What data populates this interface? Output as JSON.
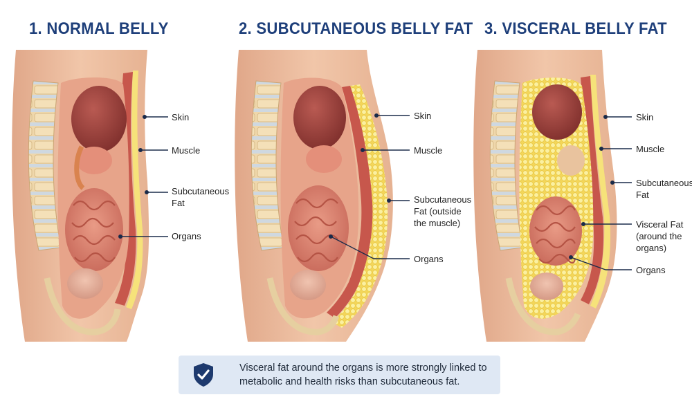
{
  "panels": [
    {
      "title": "1. NORMAL BELLY",
      "labels": {
        "skin": "Skin",
        "muscle": "Muscle",
        "subcut_1": "Subcutaneous",
        "subcut_2": "Fat",
        "organs": "Organs"
      }
    },
    {
      "title": "2. SUBCUTANEOUS BELLY FAT",
      "labels": {
        "skin": "Skin",
        "muscle": "Muscle",
        "subcut_1": "Subcutaneous",
        "subcut_2": "Fat (outside",
        "subcut_3": "the muscle)",
        "organs": "Organs"
      }
    },
    {
      "title": "3. VISCERAL BELLY FAT",
      "labels": {
        "skin": "Skin",
        "muscle": "Muscle",
        "subcut_1": "Subcutaneous",
        "subcut_2": "Fat",
        "visceral_1": "Visceral Fat",
        "visceral_2": "(around the",
        "visceral_3": "organs)",
        "organs": "Organs"
      }
    }
  ],
  "note": {
    "icon": "shield-check-icon",
    "line1": "Visceral fat around the organs is more strongly linked to",
    "line2": "metabolic and health risks than subcutaneous fat."
  },
  "colors": {
    "title": "#1e3f7a",
    "skin": "#e9b99a",
    "muscle": "#c7574c",
    "fat": "#f6e27a",
    "organ": "#c96a5c",
    "spine": "#f1dcb2",
    "note_bg": "#dfe8f4",
    "shield": "#1e3a6e"
  }
}
